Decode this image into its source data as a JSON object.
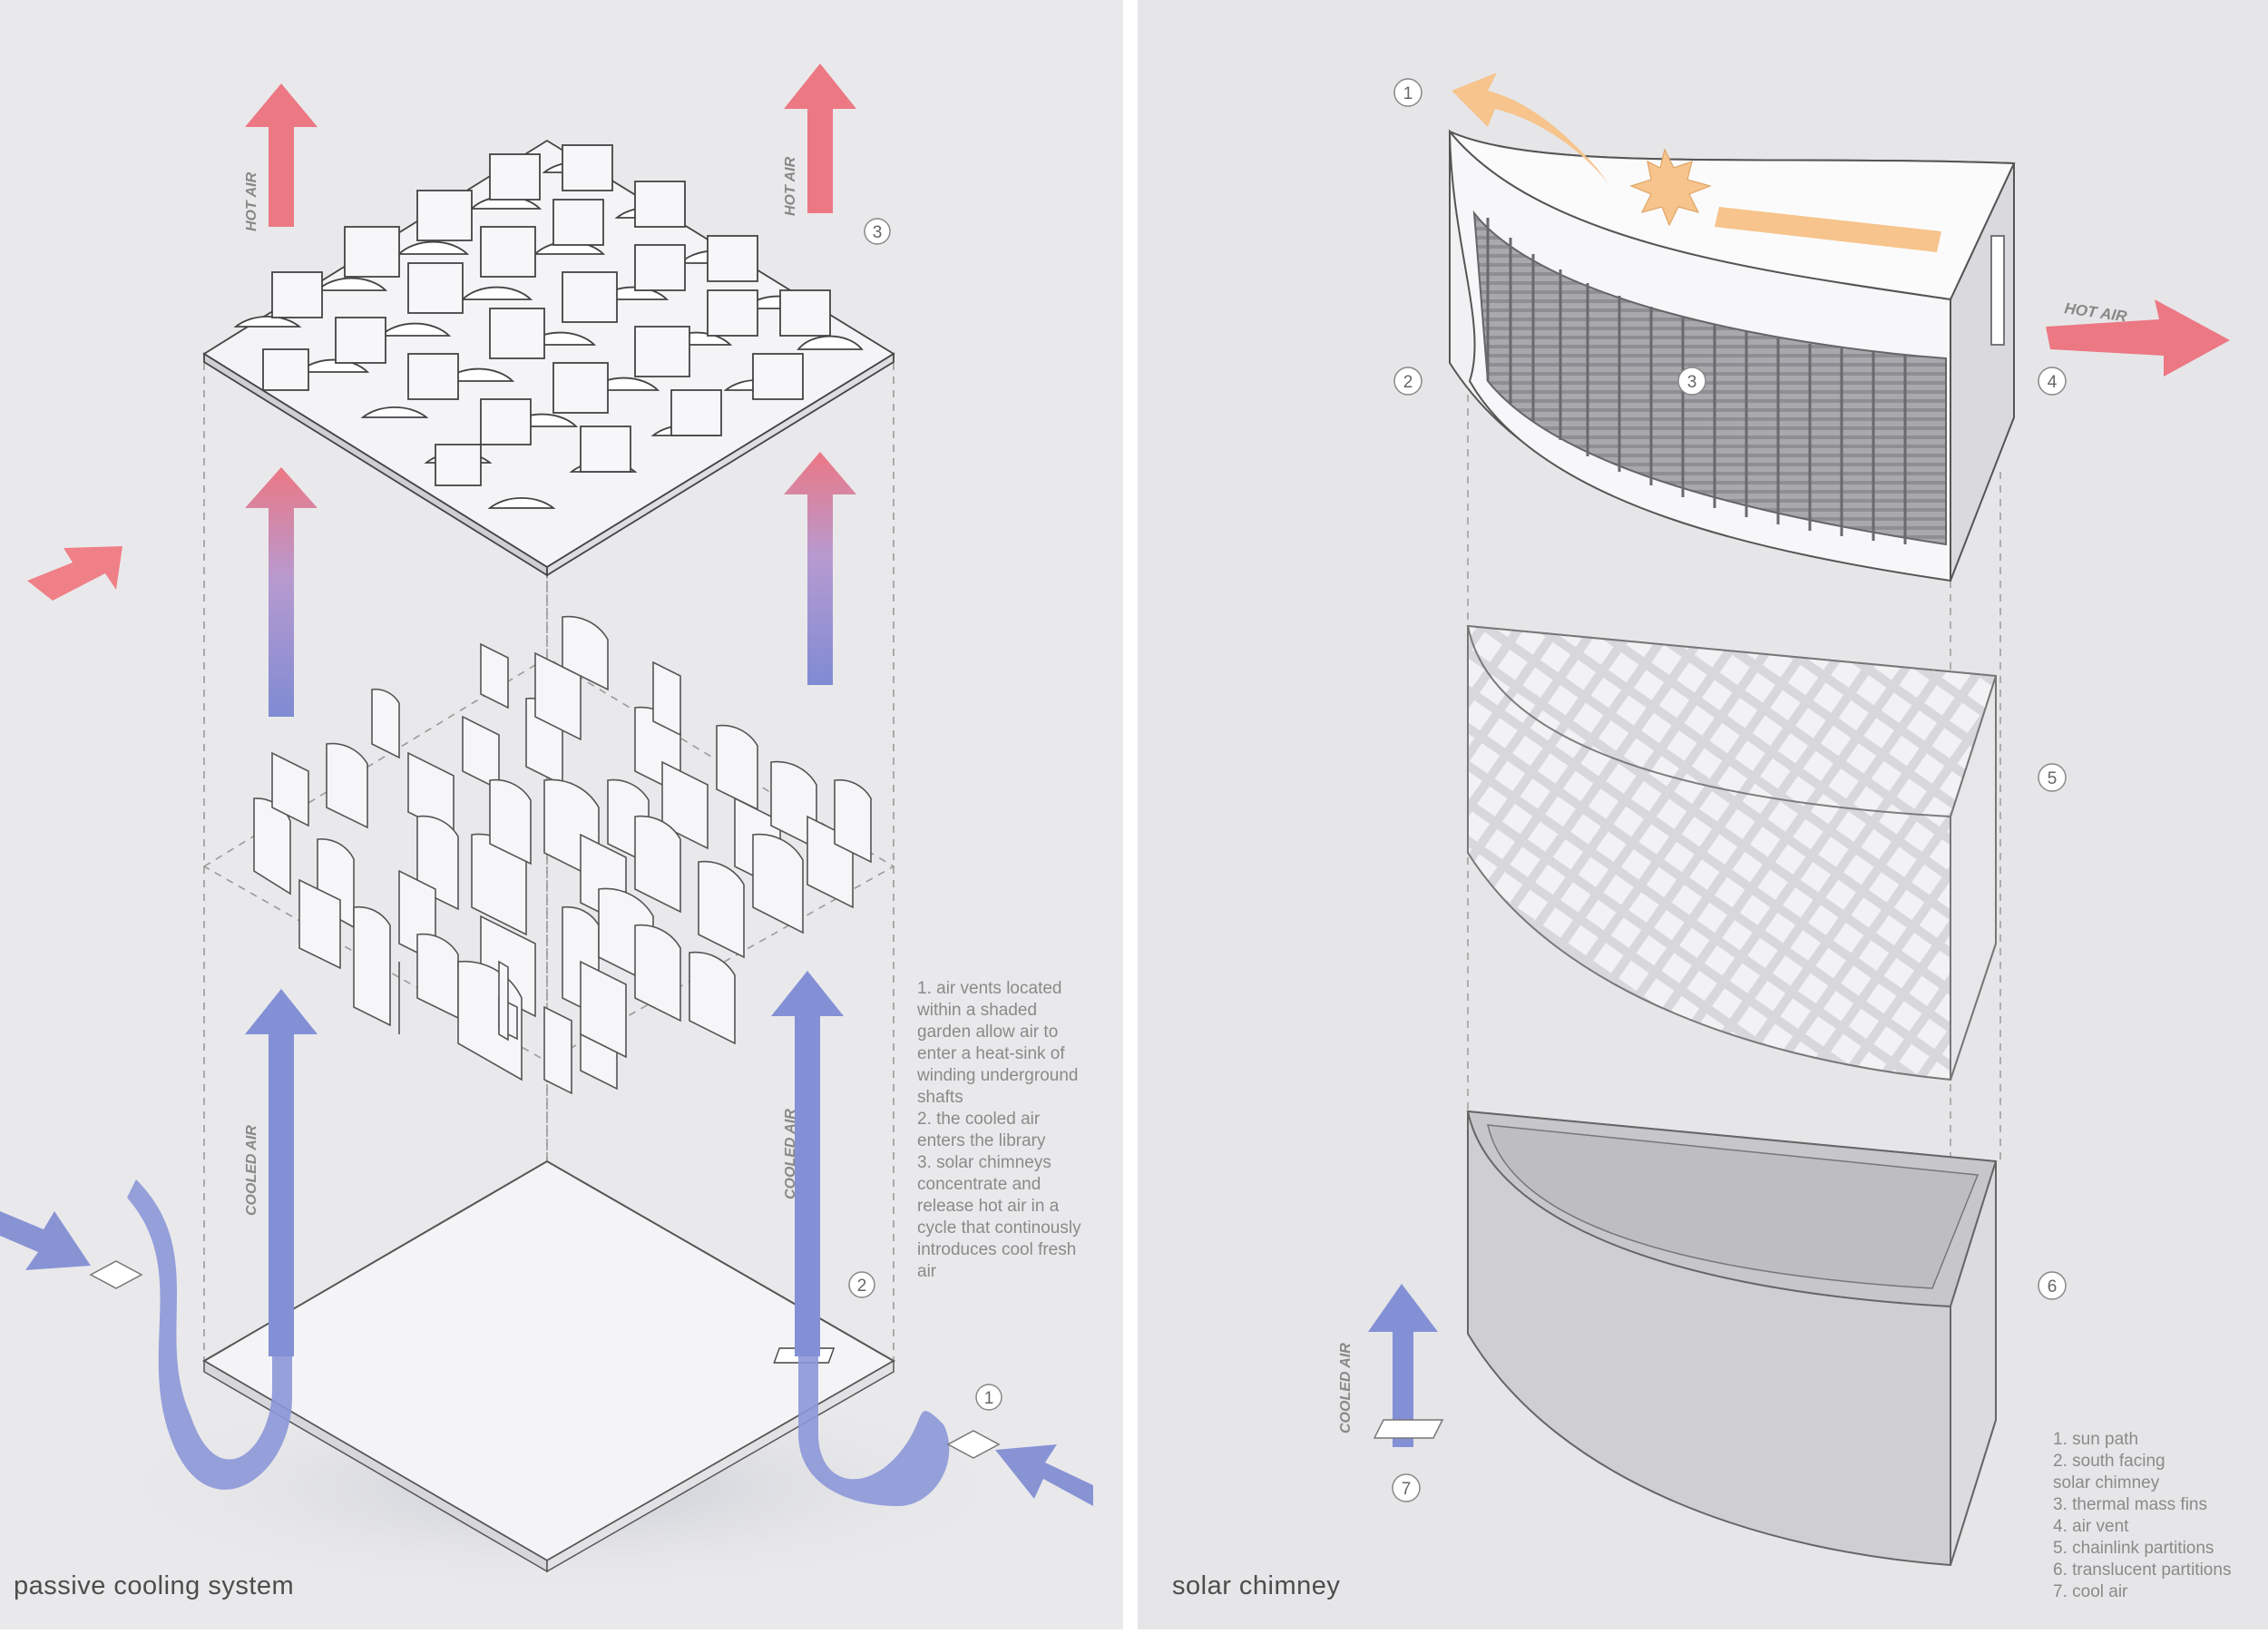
{
  "left_panel": {
    "title": "passive cooling system",
    "hot_air_label": "HOT AIR",
    "cooled_air_label": "COOLED AIR",
    "callouts": [
      "1",
      "2",
      "3"
    ],
    "notes": [
      "1. air vents located",
      "within a  shaded",
      "garden allow air to",
      "enter a heat-sink of",
      "winding underground",
      "shafts",
      "2. the cooled air",
      "enters the library",
      "3. solar chimneys",
      "concentrate and",
      "release hot air in a",
      "cycle that continously",
      "introduces cool fresh",
      "air"
    ]
  },
  "right_panel": {
    "title": "solar chimney",
    "hot_air_label": "HOT AIR",
    "cooled_air_label": "COOLED AIR",
    "callouts": [
      "1",
      "2",
      "3",
      "4",
      "5",
      "6",
      "7"
    ],
    "legend": [
      "1. sun path",
      "2. south facing",
      "solar chimney",
      "3. thermal mass fins",
      "4. air vent",
      "5. chainlink partitions",
      "6. translucent partitions",
      "7. cool air"
    ]
  },
  "colors": {
    "hot": "#e8707e",
    "cool": "#7f8bd3",
    "sun": "#f6c48c",
    "background": "#e9e9eb"
  }
}
